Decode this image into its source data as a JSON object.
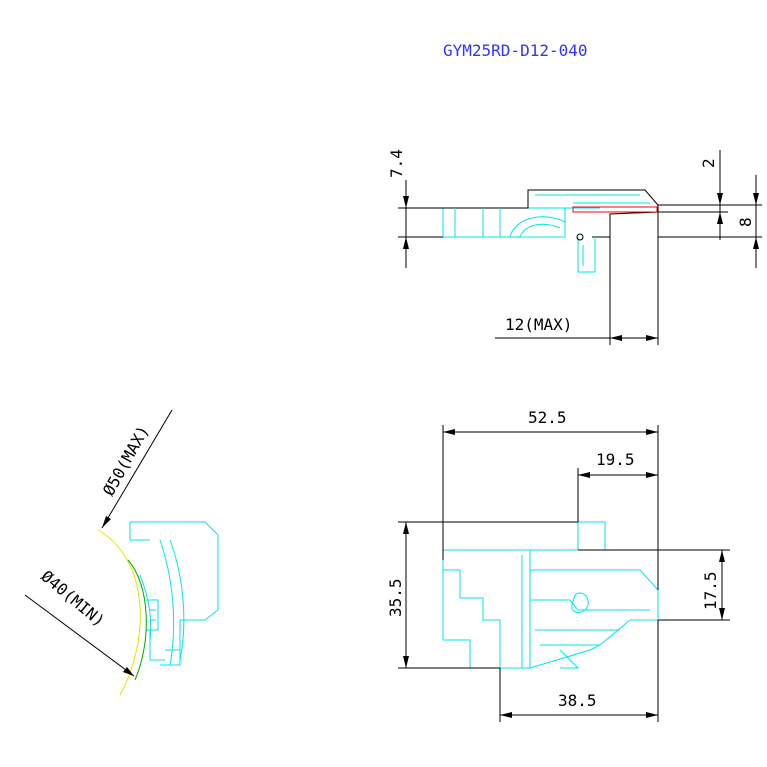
{
  "title": "GYM25RD-D12-040",
  "colors": {
    "title": "#3333ff",
    "dimension": "#000000",
    "part_outline": "#00e5ee",
    "insert": "#ff0000",
    "arc_max": "#e6e600",
    "arc_min": "#00aa00"
  },
  "side_view": {
    "dim_height": "7.4",
    "dim_small": "2",
    "dim_right": "8",
    "dim_reach": "12(MAX)"
  },
  "arc_view": {
    "dim_max_diameter": "Ø50(MAX)",
    "dim_min_diameter": "Ø40(MIN)"
  },
  "top_view": {
    "dim_overall": "52.5",
    "dim_upper_right": "19.5",
    "dim_height": "35.5",
    "dim_right_height": "17.5",
    "dim_bottom": "38.5"
  }
}
